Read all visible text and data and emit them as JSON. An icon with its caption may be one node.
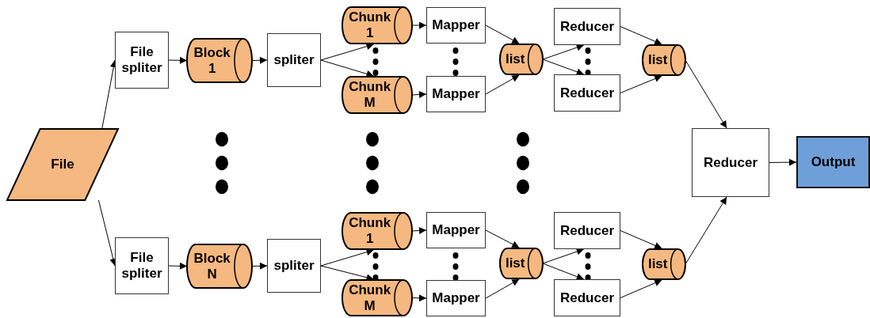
{
  "diagram": {
    "nodes": [
      {
        "text": [
          "File"
        ]
      },
      {
        "text": [
          "File spliter"
        ]
      },
      {
        "text": [
          "Block 1"
        ]
      },
      {
        "text": [
          "spliter"
        ]
      },
      {
        "text": [
          "Chunk 1"
        ]
      },
      {
        "text": [
          "Chunk M"
        ]
      },
      {
        "text": [
          "Mapper"
        ]
      },
      {
        "text": [
          "Mapper"
        ]
      },
      {
        "text": [
          "list"
        ]
      },
      {
        "text": [
          "Reducer"
        ]
      },
      {
        "text": [
          "Reducer"
        ]
      },
      {
        "text": [
          "list"
        ]
      },
      {
        "text": [
          "File spliter"
        ]
      },
      {
        "text": [
          "Block N"
        ]
      },
      {
        "text": [
          "spliter"
        ]
      },
      {
        "text": [
          "Chunk 1"
        ]
      },
      {
        "text": [
          "Chunk M"
        ]
      },
      {
        "text": [
          "Mapper"
        ]
      },
      {
        "text": [
          "Mapper"
        ]
      },
      {
        "text": [
          "list"
        ]
      },
      {
        "text": [
          "Reducer"
        ]
      },
      {
        "text": [
          "Reducer"
        ]
      },
      {
        "text": [
          "list"
        ]
      },
      {
        "text": [
          "Reducer"
        ]
      },
      {
        "text": [
          "Output"
        ]
      }
    ],
    "edges": [
      {
        "from": 0,
        "to": 1,
        "arrow": "to"
      },
      {
        "from": 0,
        "to": 12,
        "arrow": "to"
      },
      {
        "from": 1,
        "to": 2,
        "arrow": "to"
      },
      {
        "from": 2,
        "to": 3,
        "arrow": "to"
      },
      {
        "from": 3,
        "to": 4,
        "arrow": "to"
      },
      {
        "from": 3,
        "to": 5,
        "arrow": "to"
      },
      {
        "from": 4,
        "to": 6,
        "arrow": "to"
      },
      {
        "from": 5,
        "to": 7,
        "arrow": "to"
      },
      {
        "from": 6,
        "to": 8,
        "arrow": "to"
      },
      {
        "from": 7,
        "to": 8,
        "arrow": "to"
      },
      {
        "from": 8,
        "to": 9,
        "arrow": "to"
      },
      {
        "from": 8,
        "to": 10,
        "arrow": "to"
      },
      {
        "from": 9,
        "to": 11,
        "arrow": "to"
      },
      {
        "from": 10,
        "to": 11,
        "arrow": "to"
      },
      {
        "from": 11,
        "to": 23,
        "arrow": "to"
      },
      {
        "from": 12,
        "to": 13,
        "arrow": "to"
      },
      {
        "from": 13,
        "to": 14,
        "arrow": "to"
      },
      {
        "from": 14,
        "to": 15,
        "arrow": "to"
      },
      {
        "from": 14,
        "to": 16,
        "arrow": "to"
      },
      {
        "from": 15,
        "to": 17,
        "arrow": "to"
      },
      {
        "from": 16,
        "to": 18,
        "arrow": "to"
      },
      {
        "from": 17,
        "to": 19,
        "arrow": "to"
      },
      {
        "from": 18,
        "to": 19,
        "arrow": "to"
      },
      {
        "from": 19,
        "to": 20,
        "arrow": "to"
      },
      {
        "from": 19,
        "to": 21,
        "arrow": "to"
      },
      {
        "from": 20,
        "to": 22,
        "arrow": "to"
      },
      {
        "from": 21,
        "to": 22,
        "arrow": "to"
      },
      {
        "from": 22,
        "to": 23,
        "arrow": "to"
      },
      {
        "from": 23,
        "to": 24,
        "arrow": "to"
      }
    ]
  }
}
